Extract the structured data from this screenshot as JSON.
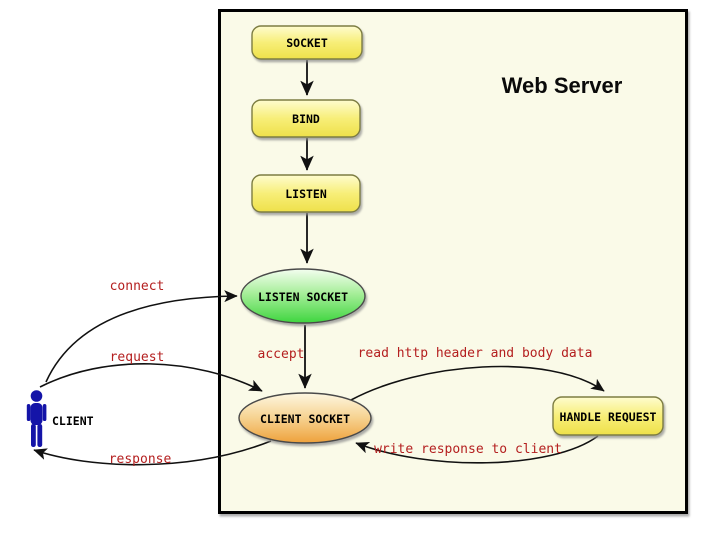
{
  "diagram": {
    "type": "flow-diagram",
    "title": "Web Server",
    "nodes": {
      "socket": {
        "label": "SOCKET",
        "shape": "rounded-rect",
        "color": "yellow"
      },
      "bind": {
        "label": "BIND",
        "shape": "rounded-rect",
        "color": "yellow"
      },
      "listen": {
        "label": "LISTEN",
        "shape": "rounded-rect",
        "color": "yellow"
      },
      "listen_socket": {
        "label": "LISTEN SOCKET",
        "shape": "ellipse",
        "color": "green"
      },
      "client_socket": {
        "label": "CLIENT SOCKET",
        "shape": "ellipse",
        "color": "orange"
      },
      "handle_request": {
        "label": "HANDLE REQUEST",
        "shape": "rounded-rect",
        "color": "yellow"
      },
      "client": {
        "label": "CLIENT",
        "shape": "person",
        "color": "navy"
      }
    },
    "edges": {
      "socket_bind": {
        "from": "socket",
        "to": "bind"
      },
      "bind_listen": {
        "from": "bind",
        "to": "listen"
      },
      "listen_lsocket": {
        "from": "listen",
        "to": "listen_socket"
      },
      "accept": {
        "label": "accept",
        "from": "listen_socket",
        "to": "client_socket"
      },
      "connect": {
        "label": "connect",
        "from": "client",
        "to": "listen_socket"
      },
      "request": {
        "label": "request",
        "from": "client",
        "to": "client_socket"
      },
      "response": {
        "label": "response",
        "from": "client_socket",
        "to": "client"
      },
      "read": {
        "label": "read http header and body data",
        "from": "client_socket",
        "to": "handle_request"
      },
      "write": {
        "label": "write response to client",
        "from": "handle_request",
        "to": "client_socket"
      }
    },
    "colors": {
      "server_background": "#fafae8",
      "server_border": "#000000",
      "edge_label_red": "#b41f1f",
      "node_yellow": "#eee04a",
      "node_green": "#3fd53f",
      "node_orange": "#eea13c",
      "client_navy": "#1414a8"
    }
  }
}
